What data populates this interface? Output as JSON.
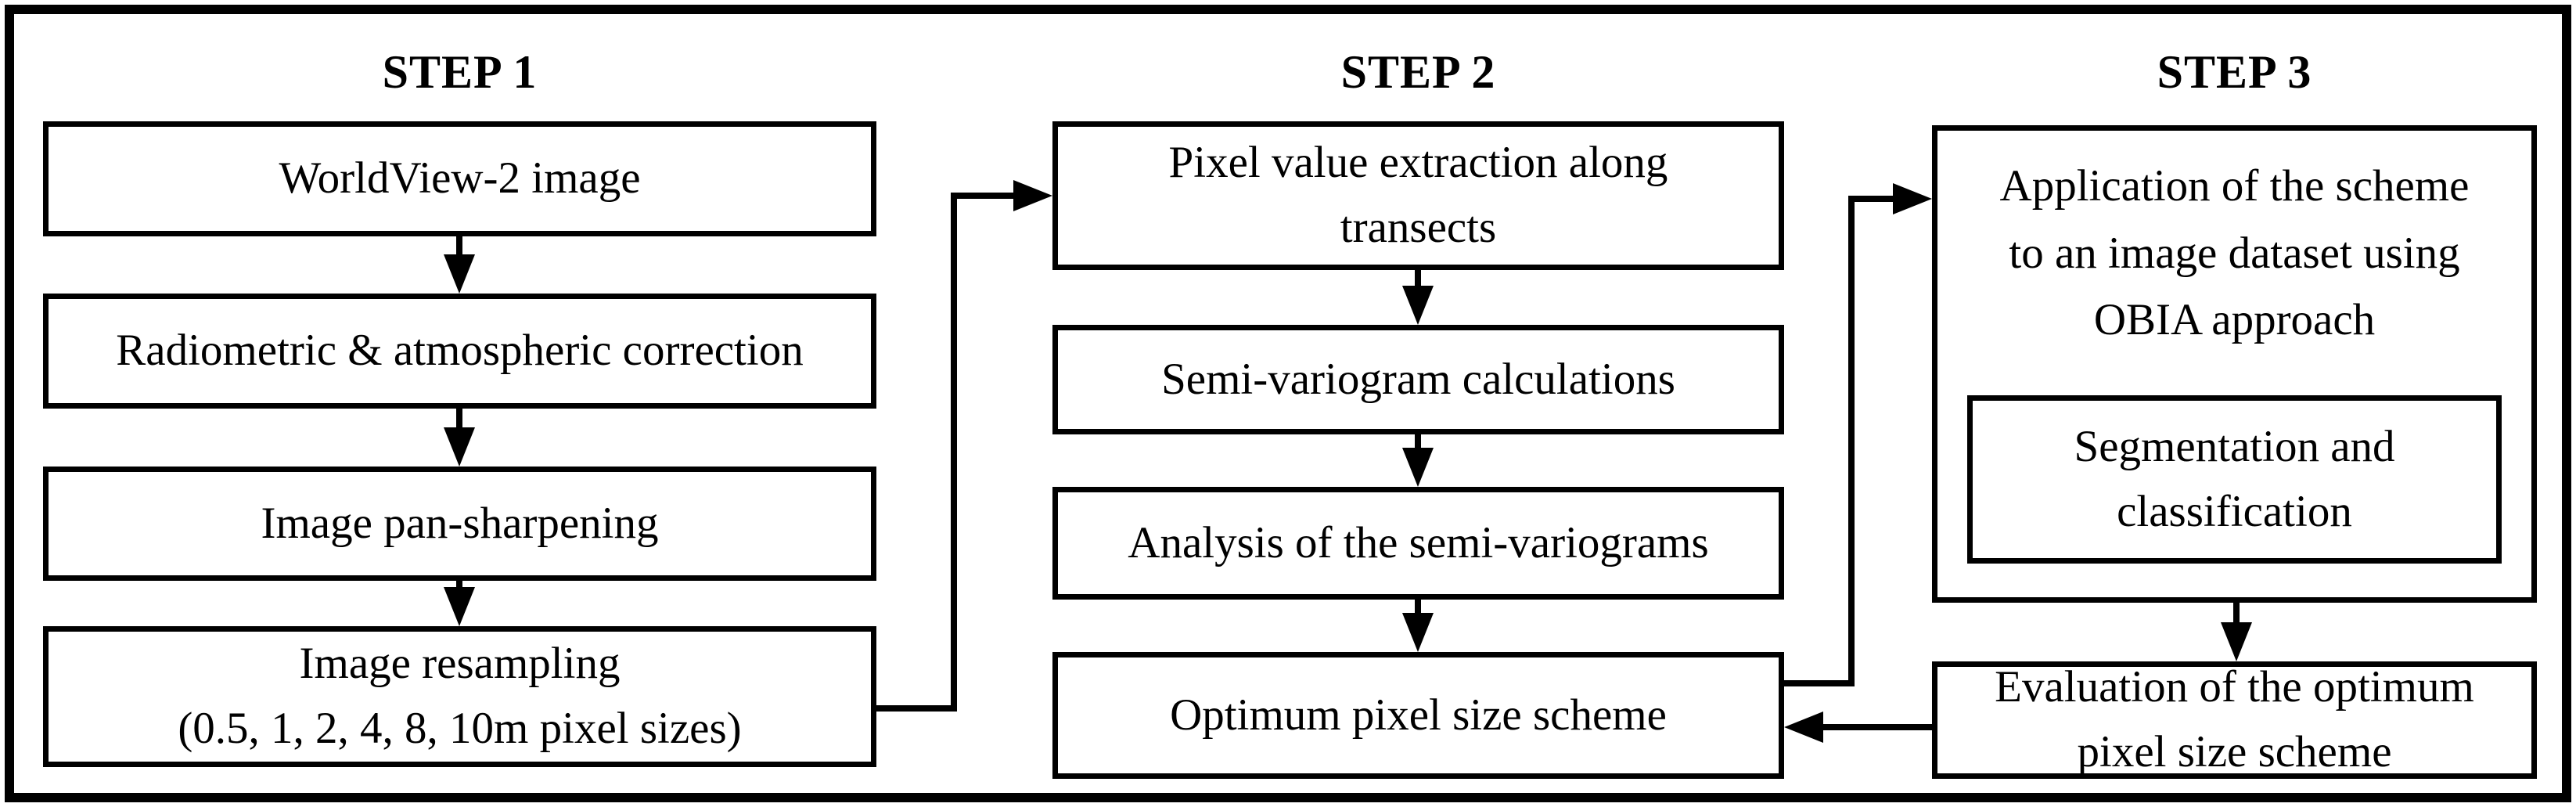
{
  "figure": {
    "colors": {
      "line": "#000000",
      "background": "#ffffff"
    },
    "steps": [
      {
        "header": "STEP 1",
        "boxes": [
          {
            "lines": [
              "WorldView-2 image"
            ]
          },
          {
            "lines": [
              "Radiometric & atmospheric correction"
            ]
          },
          {
            "lines": [
              "Image pan-sharpening"
            ]
          },
          {
            "lines": [
              "Image resampling",
              "(0.5, 1, 2, 4, 8, 10m pixel sizes)"
            ]
          }
        ]
      },
      {
        "header": "STEP 2",
        "boxes": [
          {
            "lines": [
              "Pixel value extraction along",
              "transects"
            ]
          },
          {
            "lines": [
              "Semi-variogram calculations"
            ]
          },
          {
            "lines": [
              "Analysis of the semi-variograms"
            ]
          },
          {
            "lines": [
              "Optimum pixel size scheme"
            ]
          }
        ]
      },
      {
        "header": "STEP 3",
        "boxes": [
          {
            "lines": [
              "Application of the scheme",
              "to an image dataset using",
              "OBIA approach"
            ]
          },
          {
            "lines": [
              "Segmentation and",
              "classification"
            ]
          },
          {
            "lines": [
              "Evaluation of the optimum",
              "pixel size scheme"
            ]
          }
        ]
      }
    ]
  }
}
